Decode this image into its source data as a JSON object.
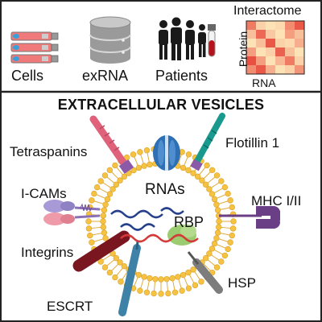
{
  "top_panel": {
    "cells_label": "Cells",
    "exrna_label": "exRNA",
    "patients_label": "Patients",
    "interactome": {
      "title": "Interactome",
      "y_axis_label": "Protein",
      "x_axis_label": "RNA",
      "heatmap_levels": [
        [
          0.7,
          0.2,
          0.1,
          0.15,
          0.6,
          0.9
        ],
        [
          0.3,
          0.8,
          0.25,
          0.1,
          0.5,
          0.3
        ],
        [
          0.1,
          0.3,
          0.9,
          0.2,
          0.15,
          0.4
        ],
        [
          0.5,
          0.1,
          0.2,
          0.85,
          0.3,
          0.1
        ],
        [
          0.95,
          0.5,
          0.1,
          0.35,
          0.7,
          0.2
        ],
        [
          0.6,
          0.9,
          0.4,
          0.1,
          0.2,
          0.55
        ]
      ],
      "heatmap_colors": {
        "low": "#fff3c4",
        "high": "#e8473a"
      }
    }
  },
  "vesicle_panel": {
    "title": "EXTRACELLULAR VESICLES",
    "labels": {
      "tetraspanins": "Tetraspanins",
      "flotillin": "Flotillin 1",
      "icams": "I-CAMs",
      "rnas": "RNAs",
      "mhc": "MHC I/II",
      "rbp": "RBP",
      "integrins": "Integrins",
      "hsp": "HSP",
      "escrt": "ESCRT"
    },
    "colors": {
      "membrane": "#f5c242",
      "tetraspanin": "#e0617a",
      "flotillin": "#1a9a8e",
      "channel": "#2f6fb3",
      "icam_purple": "#a79ad6",
      "icam_pink": "#ef9aa8",
      "mhc": "#6b3f86",
      "integrin": "#7a1620",
      "hsp": "#7d7d7d",
      "escrt": "#3f82a8",
      "rbp": "#9ccc70",
      "rna_red": "#d43a3a",
      "rna_blue": "#27408b"
    }
  }
}
